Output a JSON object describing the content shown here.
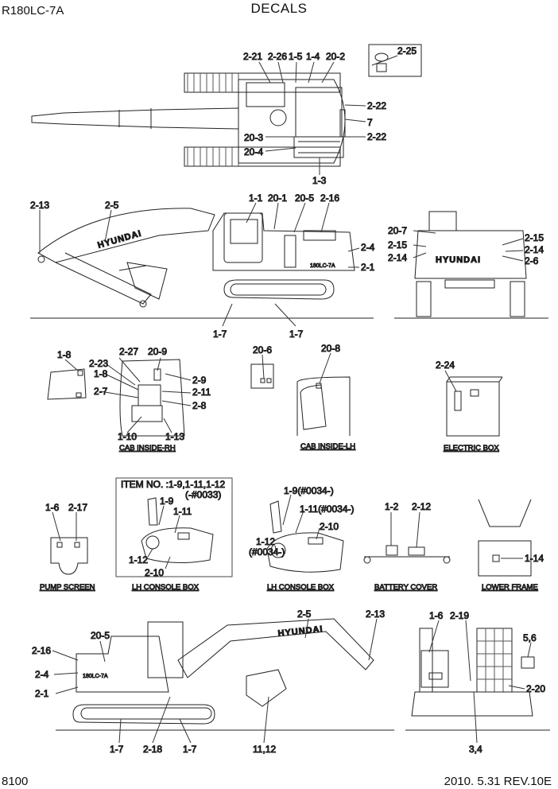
{
  "header": {
    "model": "R180LC-7A",
    "title": "DECALS"
  },
  "footer": {
    "page": "8100",
    "revision": "2010. 5.31  REV.10E"
  },
  "callouts": {
    "top": [
      "2-21",
      "2-26",
      "1-5",
      "1-4",
      "20-2",
      "2-25",
      "2-22",
      "7",
      "2-22",
      "20-3",
      "20-4",
      "1-3"
    ],
    "side": [
      "2-13",
      "2-5",
      "1-1",
      "20-1",
      "20-5",
      "2-16",
      "2-4",
      "2-1",
      "1-7",
      "1-7"
    ],
    "rear": [
      "20-7",
      "2-15",
      "2-14",
      "2-15",
      "2-14",
      "2-6"
    ],
    "cab_rh": [
      "1-8",
      "2-27",
      "20-9",
      "2-23",
      "1-8",
      "2-9",
      "2-7",
      "2-11",
      "2-8",
      "1-10",
      "1-13"
    ],
    "cab_lh": [
      "20-6",
      "20-8"
    ],
    "electric": [
      "2-24"
    ],
    "pump": [
      "1-6",
      "2-17"
    ],
    "console1": [
      "1-9",
      "1-11",
      "1-12",
      "2-10"
    ],
    "console2": [
      "1-9(#0034-)",
      "1-11(#0034-)",
      "2-10",
      "1-12",
      "(#0034-)"
    ],
    "battery": [
      "1-2",
      "2-12"
    ],
    "lower": [
      "1-14"
    ],
    "bottom": [
      "2-16",
      "20-5",
      "2-4",
      "2-1",
      "2-5",
      "2-13",
      "1-7",
      "2-18",
      "1-7",
      "11,12"
    ],
    "bottom_rear": [
      "1-6",
      "2-19",
      "5,6",
      "2-20",
      "3,4"
    ]
  },
  "item_note": {
    "line1": "ITEM NO. :1-9,1-11,1-12",
    "line2": "(-#0033)"
  },
  "captions": {
    "cab_rh": "CAB INSIDE-RH",
    "cab_lh": "CAB INSIDE-LH",
    "electric": "ELECTRIC BOX",
    "pump": "PUMP SCREEN",
    "lh_console_1": "LH CONSOLE BOX",
    "lh_console_2": "LH CONSOLE BOX",
    "battery": "BATTERY COVER",
    "lower": "LOWER FRAME"
  },
  "decal_text": {
    "boom_brand": "HYUNDAI",
    "counterweight_brand": "HYUNDAI",
    "model_badge": "180LC-7A"
  }
}
